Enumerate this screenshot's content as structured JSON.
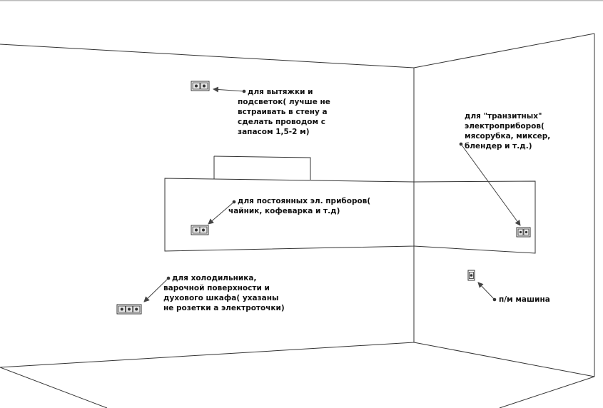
{
  "annotations": {
    "hood": [
      "для вытяжки и",
      "подсветок( лучше не",
      "встраивать в стену а",
      "сделать проводом с",
      "запасом 1,5-2 м)"
    ],
    "countertop": [
      "для постоянных эл. приборов(",
      "чайник, кофеварка и т.д)"
    ],
    "transit": [
      "для \"транзитных\"",
      "электроприборов(",
      "мясорубка, миксер,",
      "блендер и т.д.)"
    ],
    "appliances": [
      "для холодильника,",
      "варочной поверхности и",
      "духового шкафа( ухазаны",
      "не розетки а электроточки)"
    ],
    "washer": [
      "п/м машина"
    ]
  },
  "icons": {
    "socket": "double-socket-icon",
    "socket_triple": "triple-socket-icon",
    "socket_single": "single-socket-icon"
  }
}
